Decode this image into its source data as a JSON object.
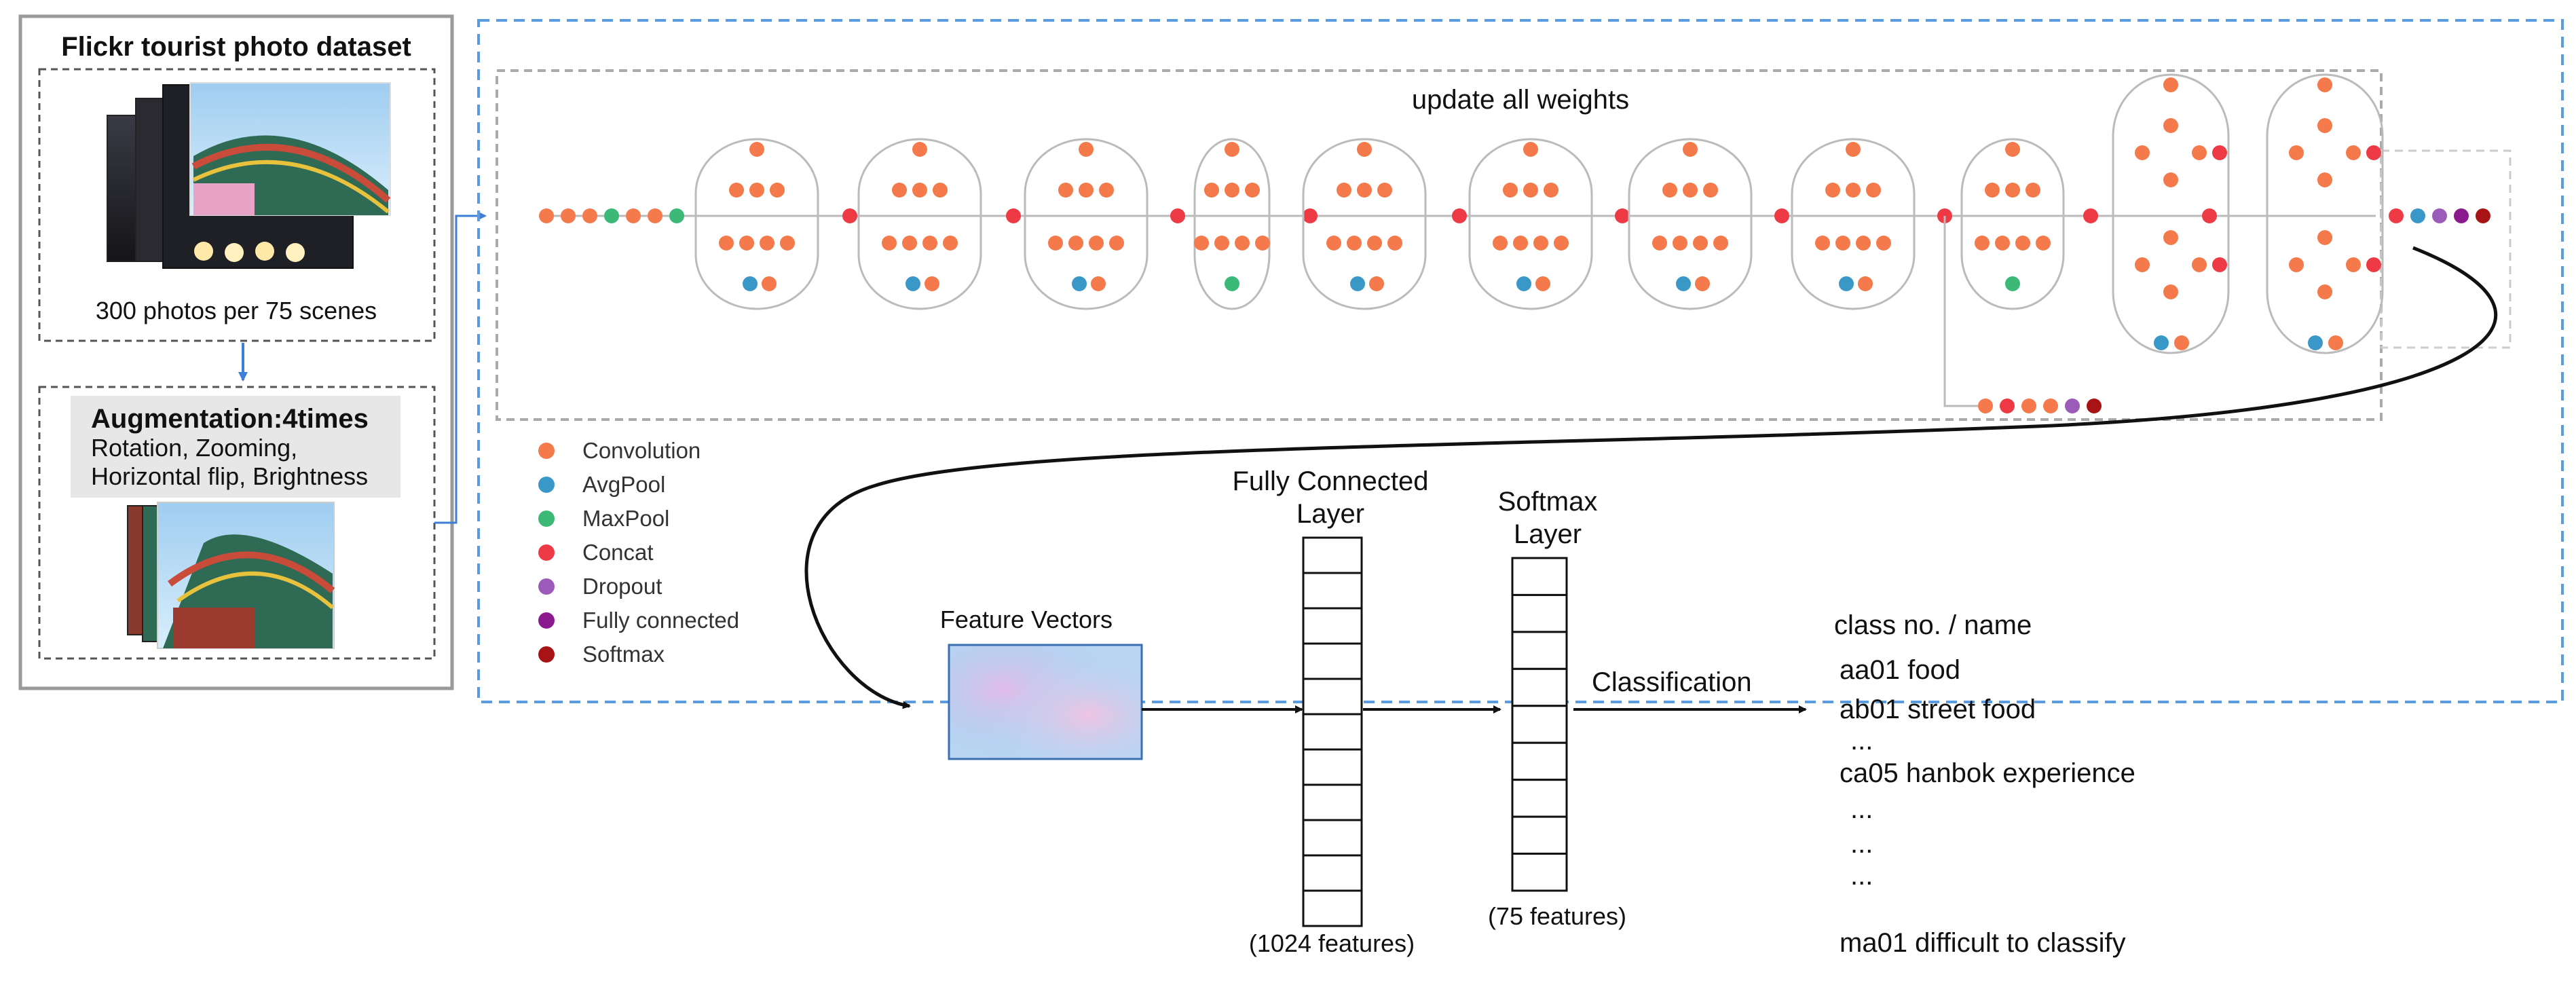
{
  "left_panel": {
    "title": "Flickr tourist photo dataset",
    "photos_caption": "300 photos per 75 scenes",
    "augmentation_title": "Augmentation:4times",
    "augmentation_ops_line1": "Rotation,  Zooming,",
    "augmentation_ops_line2": "Horizontal  flip, Brightness"
  },
  "network": {
    "title": "update all weights"
  },
  "legend": [
    {
      "label": "Convolution",
      "color": "#f47a4c"
    },
    {
      "label": "AvgPool",
      "color": "#3a98c8"
    },
    {
      "label": "MaxPool",
      "color": "#3cb877"
    },
    {
      "label": "Concat",
      "color": "#ee3a45"
    },
    {
      "label": "Dropout",
      "color": "#9b5bb8"
    },
    {
      "label": "Fully connected",
      "color": "#8c1a8f"
    },
    {
      "label": "Softmax",
      "color": "#a81416"
    }
  ],
  "classifier": {
    "feature_vectors_label": "Feature Vectors",
    "fc_label_line1": "Fully Connected",
    "fc_label_line2": "Layer",
    "fc_features": "(1024 features)",
    "softmax_label_line1": "Softmax",
    "softmax_label_line2": "Layer",
    "softmax_features": "(75 features)",
    "classification_label": "Classification",
    "class_header": "class no. / name",
    "classes": [
      "aa01 food",
      "ab01 street food",
      "...",
      "ca05 hanbok experience",
      "...",
      "...",
      "...",
      "ma01 difficult to classify"
    ]
  }
}
